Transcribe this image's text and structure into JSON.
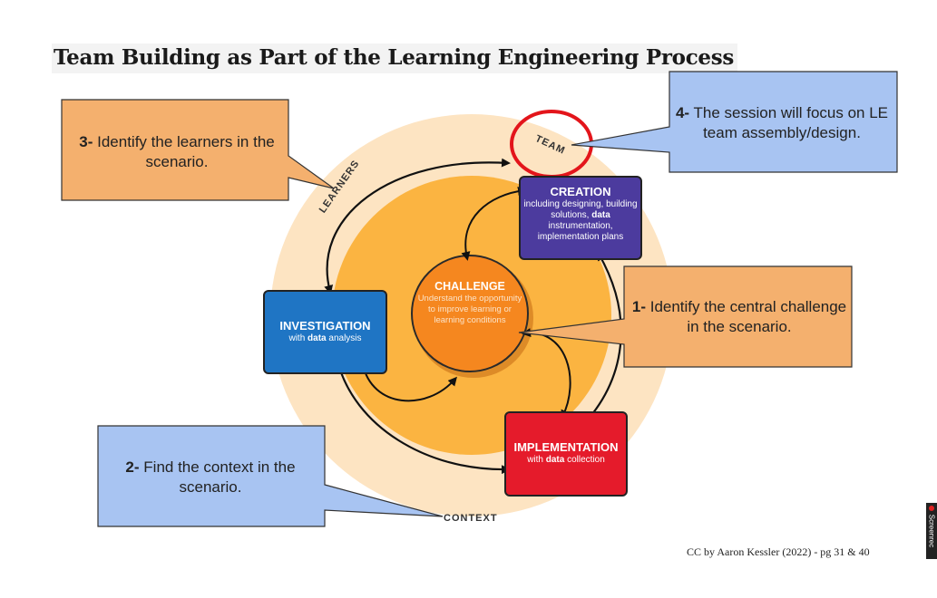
{
  "title": "Team Building as Part of the Learning Engineering Process",
  "ring_labels": {
    "learners": "LEARNERS",
    "team": "TEAM",
    "context": "CONTEXT"
  },
  "stages": {
    "creation": {
      "title": "CREATION",
      "desc_pre": "including designing, building solutions,",
      "desc_bold": "data",
      "desc_post": "instrumentation, implementation plans"
    },
    "investigation": {
      "title": "INVESTIGATION",
      "desc_pre": "with",
      "desc_bold": "data",
      "desc_post": "analysis"
    },
    "implementation": {
      "title": "IMPLEMENTATION",
      "desc_pre": "with",
      "desc_bold": "data",
      "desc_post": "collection"
    },
    "challenge": {
      "title": "CHALLENGE",
      "desc": "Understand the opportunity to improve learning or learning conditions"
    }
  },
  "callouts": {
    "c1": {
      "num": "1-",
      "text": "Identify the central challenge in the scenario."
    },
    "c2": {
      "num": "2-",
      "text": "Find the context in the scenario."
    },
    "c3": {
      "num": "3-",
      "text": "Identify the learners in the scenario."
    },
    "c4": {
      "num": "4-",
      "text": "The session will focus on LE team assembly/design."
    }
  },
  "credit": "CC by Aaron Kessler (2022) - pg 31 & 40",
  "watermark": "Screenrec",
  "colors": {
    "outer_ring": "#fde4c2",
    "inner_ring": "#fbb441",
    "challenge": "#f5871f",
    "creation": "#4c3b9e",
    "investigation": "#1f75c4",
    "implementation": "#e51b2b",
    "callout_orange": "#f4b06e",
    "callout_blue": "#a8c4f2",
    "highlight_circle": "#e3151b"
  }
}
